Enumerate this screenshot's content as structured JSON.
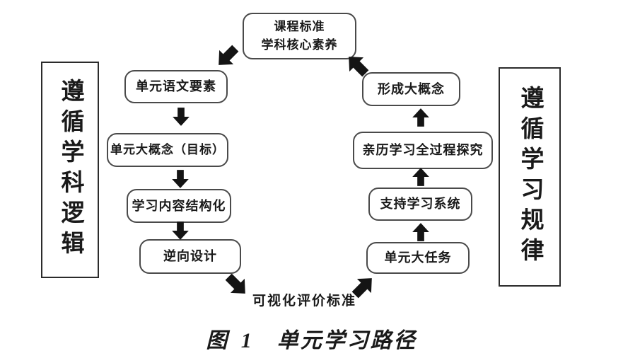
{
  "colors": {
    "background": "#ffffff",
    "ink": "#1a1a1a",
    "box_border": "#4a4a4a"
  },
  "diagram": {
    "top_box": {
      "line1": "课程标准",
      "line2": "学科核心素养"
    },
    "left_label": "遵循学科逻辑",
    "right_label": "遵循学习规律",
    "left_column": [
      "单元语文要素",
      "单元大概念（目标）",
      "学习内容结构化",
      "逆向设计"
    ],
    "bottom_label": "可视化评价标准",
    "right_column": [
      "形成大概念",
      "亲历学习全过程探究",
      "支持学习系统",
      "单元大任务"
    ],
    "arrows": [
      "top-box to 单元语文要素 (down-left)",
      "单元语文要素 to 单元大概念（目标） (down)",
      "单元大概念（目标） to 学习内容结构化 (down)",
      "学习内容结构化 to 逆向设计 (down)",
      "逆向设计 to 可视化评价标准 (down-right)",
      "可视化评价标准 to 单元大任务 (up-right)",
      "单元大任务 to 支持学习系统 (up)",
      "支持学习系统 to 亲历学习全过程探究 (up)",
      "亲历学习全过程探究 to 形成大概念 (up)",
      "形成大概念 to top-box (up-left)"
    ]
  },
  "caption": {
    "figure": "图 1",
    "text": "单元学习路径"
  }
}
